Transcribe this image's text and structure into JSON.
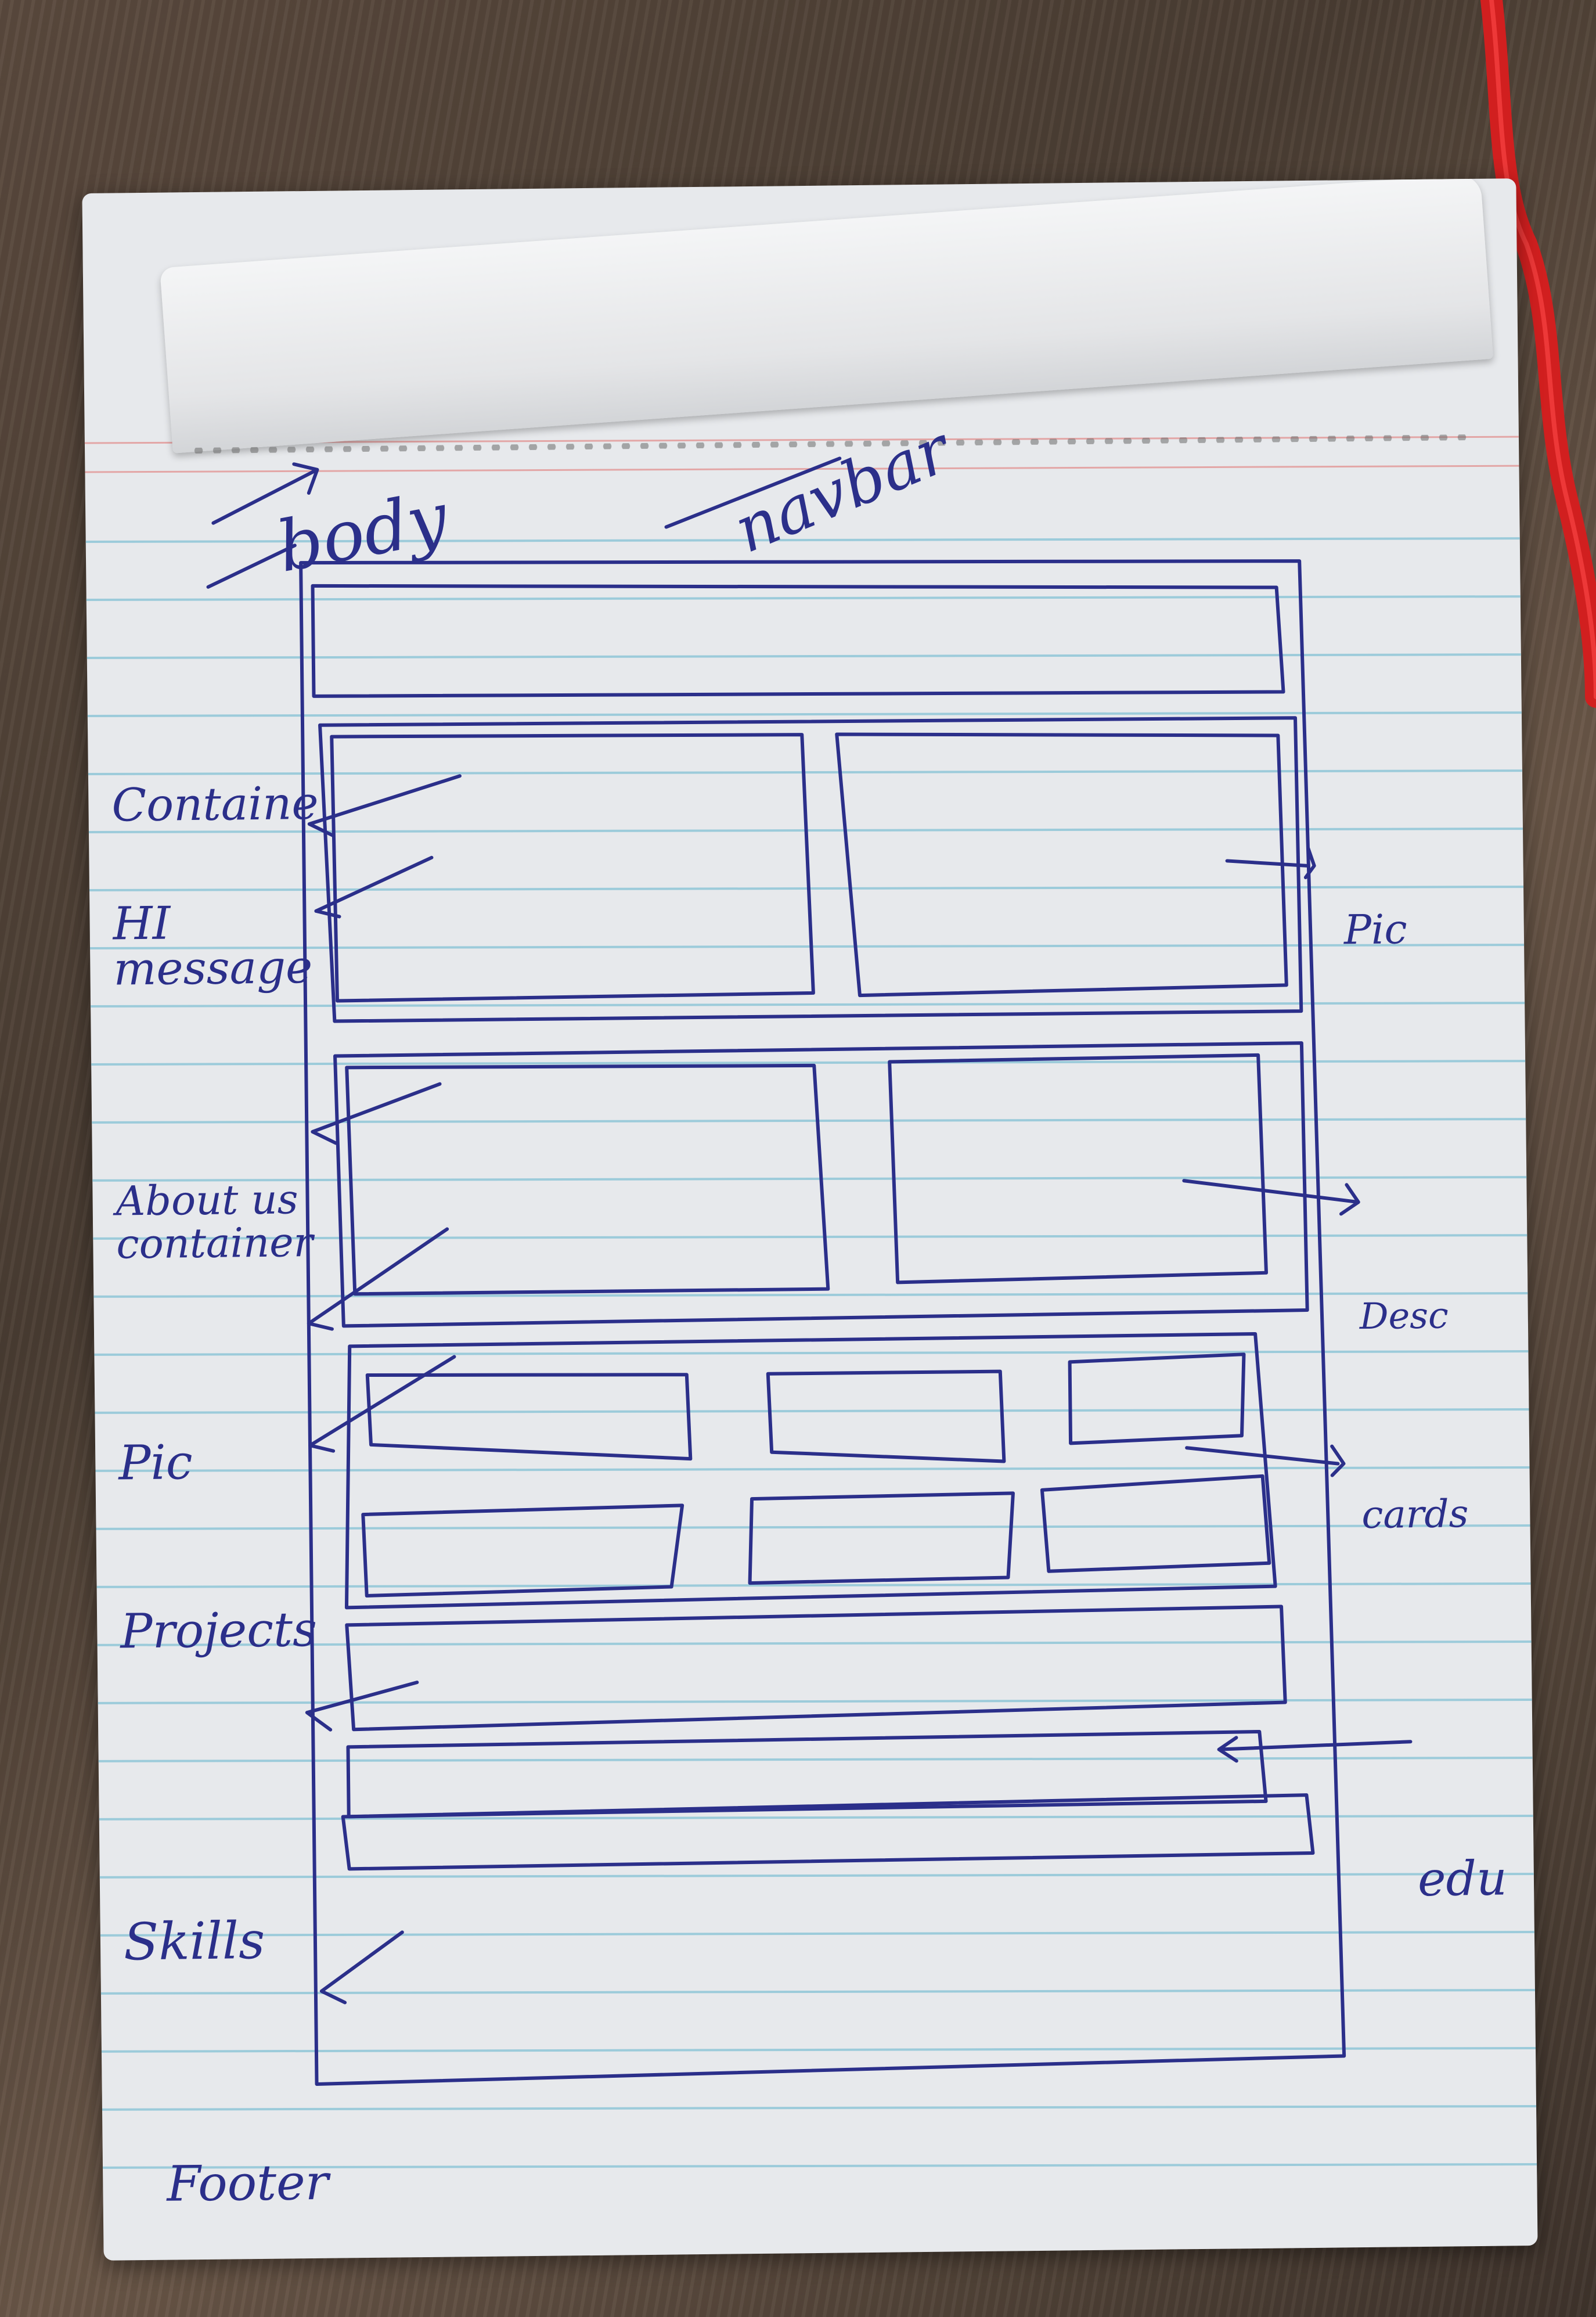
{
  "sketch": {
    "labels": {
      "body": "body",
      "navbar": "navbar",
      "container": "Containe",
      "hi_message": "HI message",
      "pic_top": "Pic",
      "about_us": "About us container",
      "pic_about": "Pic",
      "desc": "Desc",
      "projects": "Projects",
      "cards": "cards",
      "skills": "Skills",
      "edu": "edu",
      "footer": "Footer"
    },
    "colors": {
      "ink": "#2b2f8a",
      "ruled_line": "#8fc6d8",
      "margin_line": "#e3a6a6",
      "paper": "#e7e9ec",
      "cable": "#d11f1f"
    }
  }
}
